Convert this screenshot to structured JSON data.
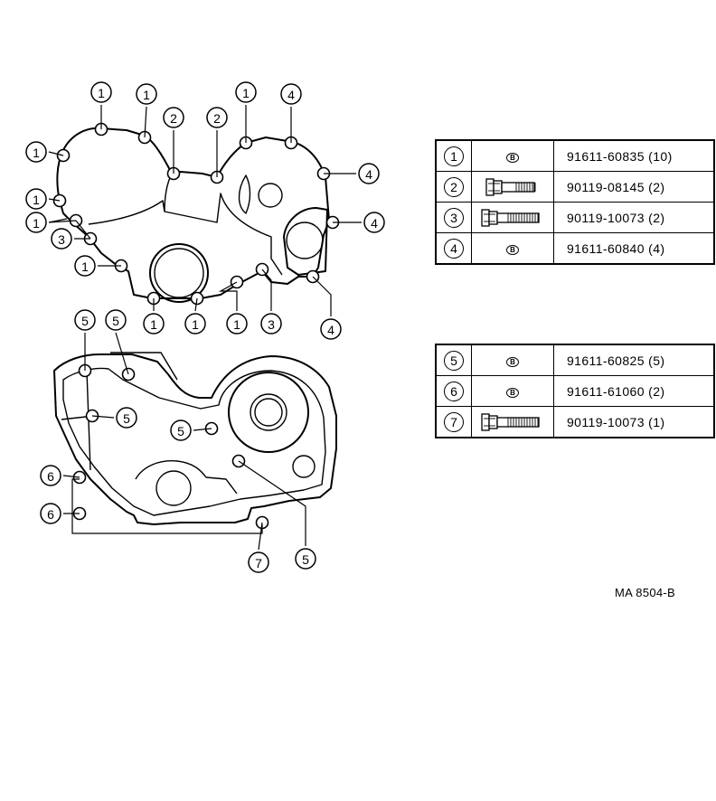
{
  "callout_numbers": [
    "1",
    "2",
    "3",
    "4",
    "5",
    "6",
    "7"
  ],
  "diagram_ref": "MA 8504-B",
  "symbols": {
    "flange_bolt_mark": "B"
  },
  "upper_table": [
    {
      "index": "1",
      "symbol": "b-mark",
      "part_no": "91611-60835 (10)"
    },
    {
      "index": "2",
      "symbol": "hex-bolt-short",
      "part_no": "90119-08145 (2)"
    },
    {
      "index": "3",
      "symbol": "hex-bolt-long",
      "part_no": "90119-10073 (2)"
    },
    {
      "index": "4",
      "symbol": "b-mark",
      "part_no": "91611-60840 (4)"
    }
  ],
  "lower_table": [
    {
      "index": "5",
      "symbol": "b-mark",
      "part_no": "91611-60825 (5)"
    },
    {
      "index": "6",
      "symbol": "b-mark",
      "part_no": "91611-61060 (2)"
    },
    {
      "index": "7",
      "symbol": "hex-bolt-long",
      "part_no": "90119-10073 (1)"
    }
  ]
}
